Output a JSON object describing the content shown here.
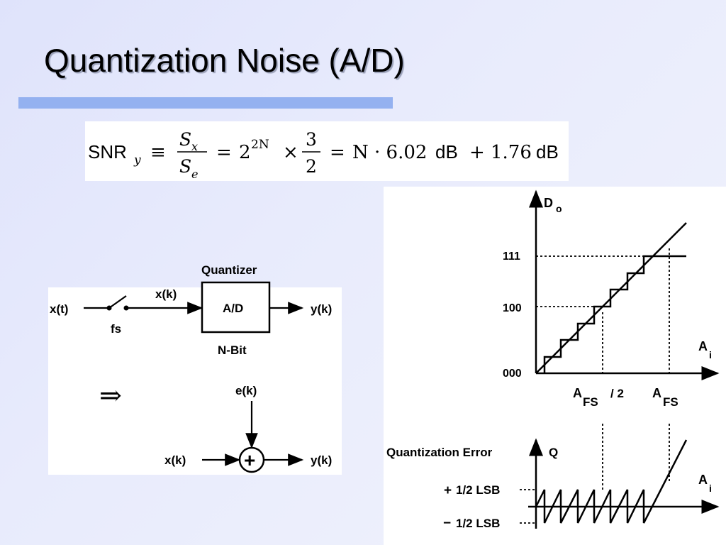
{
  "title": "Quantization Noise (A/D)",
  "formula": {
    "snr": "SNR",
    "snr_sub": "y",
    "equiv": "≡",
    "num": "S",
    "num_sub": "x",
    "den": "S",
    "den_sub": "e",
    "eq1": "=",
    "base": "2",
    "exp": "2N",
    "times": "×",
    "frac_num": "3",
    "frac_den": "2",
    "eq2": "=",
    "n_term": "N · 6.02",
    "db1": "dB",
    "plus": "+",
    "const": "1.76",
    "db2": "dB"
  },
  "block_diagram": {
    "input": "x(t)",
    "sample": "x(k)",
    "fs": "fs",
    "quantizer_label": "Quantizer",
    "box_label": "A/D",
    "bits_label": "N-Bit",
    "output": "y(k)",
    "implies": "⇒",
    "error": "e(k)",
    "model_input": "x(k)",
    "model_output": "y(k)",
    "sum": "+"
  },
  "transfer_graph": {
    "y_axis": "D",
    "y_axis_sub": "o",
    "x_axis": "A",
    "x_axis_sub": "i",
    "tick_111": "111",
    "tick_100": "100",
    "tick_000": "000",
    "afs_half": "A",
    "afs_half_sub": "FS",
    "afs_half_suffix": "/ 2",
    "afs": "A",
    "afs_sub": "FS"
  },
  "error_graph": {
    "label": "Quantization Error",
    "y_axis": "Q",
    "x_axis": "A",
    "x_axis_sub": "i",
    "plus_sign": "+",
    "plus_text": "1/2 LSB",
    "minus_sign": "−",
    "minus_text": "1/2 LSB"
  }
}
